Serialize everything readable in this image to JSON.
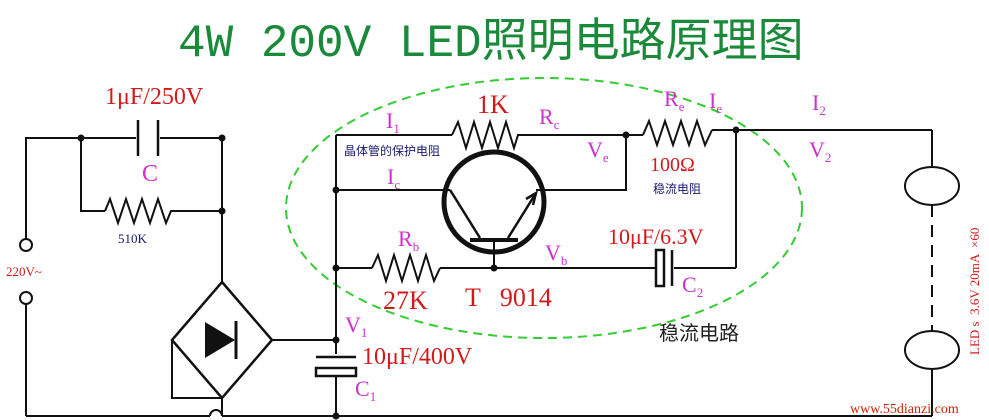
{
  "title": "4W 200V LED照明电路原理图",
  "colors": {
    "title": "#1a8a3a",
    "red": "#d11a1a",
    "magenta": "#cc33cc",
    "navy": "#1a1a6e",
    "wire": "#111111",
    "dashed_ellipse": "#33cc33",
    "watermark": "#cc2200"
  },
  "labels": {
    "cap_value_top": "1μF/250V",
    "cap_name_top": "C",
    "resistor_510k": "510K",
    "supply": "220V~",
    "r_1k": "1K",
    "i1_main": "I",
    "i1_sub": "1",
    "rc_main": "R",
    "rc_sub": "c",
    "re_main": "R",
    "re_sub": "e",
    "ie_main": "I",
    "ie_sub": "e",
    "i2_main": "I",
    "i2_sub": "2",
    "v2_main": "V",
    "v2_sub": "2",
    "protect_note": "晶体管的保护电阻",
    "ve_main": "V",
    "ve_sub": "e",
    "r_100": "100Ω",
    "stabilize_note": "稳流电阻",
    "ic_main": "I",
    "ic_sub": "c",
    "rb_main": "R",
    "rb_sub": "b",
    "vb_main": "V",
    "vb_sub": "b",
    "c2_value": "10μF/6.3V",
    "c2_main": "C",
    "c2_sub": "2",
    "r_27k": "27K",
    "transistor": "T   9014",
    "v1_main": "V",
    "v1_sub": "1",
    "c1_value": "10μF/400V",
    "c1_main": "C",
    "c1_sub": "1",
    "circuit_name": "稳流电路",
    "led_note": "LED s  3.6V 20mA  ×60",
    "watermark": "www.55dianzi.com"
  }
}
